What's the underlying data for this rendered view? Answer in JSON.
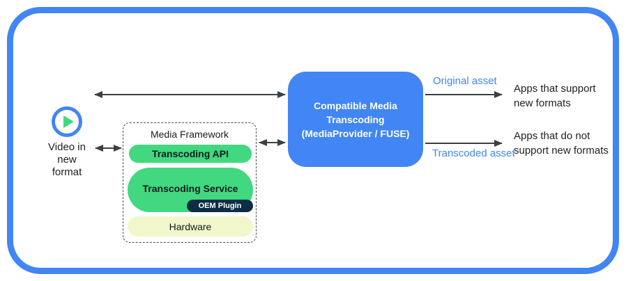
{
  "diagram": {
    "source": {
      "icon": "play-icon",
      "label_lines": [
        "Video in",
        "new",
        "format"
      ]
    },
    "media_framework": {
      "title": "Media Framework",
      "layers": {
        "api": "Transcoding API",
        "service": "Transcoding Service",
        "oem_plugin": "OEM Plugin",
        "hardware": "Hardware"
      }
    },
    "transcoding_box": {
      "lines": [
        "Compatible Media",
        "Transcoding",
        "(MediaProvider / FUSE)"
      ]
    },
    "outputs": {
      "original_asset_label": "Original asset",
      "transcoded_asset_label": "Transcoded asset",
      "apps_support_lines": [
        "Apps that support",
        "new formats"
      ],
      "apps_no_support_lines": [
        "Apps that do not",
        "support new formats"
      ]
    },
    "colors": {
      "accent_blue": "#4285f4",
      "pill_green": "#41d87f",
      "oem_navy": "#0e2c44",
      "hardware_pale_green": "#f2f7cb",
      "arrow_gray": "#3c4043",
      "text_dark": "#202124"
    }
  }
}
